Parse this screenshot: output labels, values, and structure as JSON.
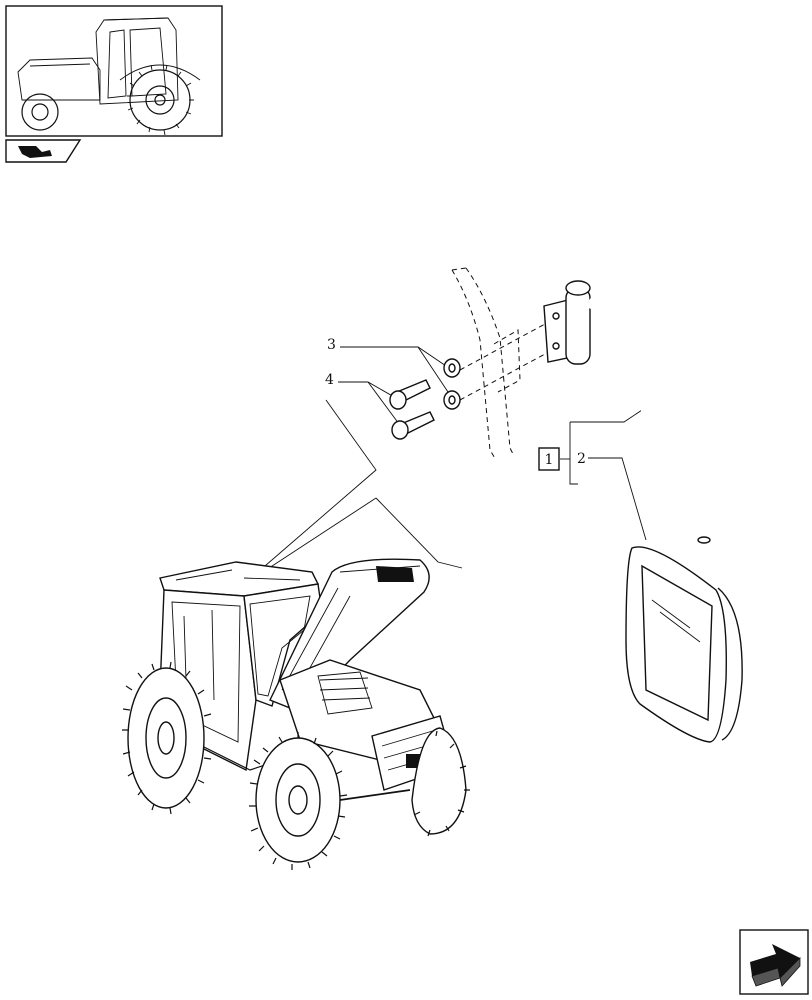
{
  "callouts": {
    "one": "1",
    "two": "2",
    "three": "3",
    "four": "4"
  },
  "icons": {
    "thumbnail": "tractor-thumbnail-icon",
    "section": "catalog-section-icon",
    "next_page": "next-page-arrow-icon"
  },
  "colors": {
    "ink": "#111111",
    "paper": "#ffffff"
  }
}
